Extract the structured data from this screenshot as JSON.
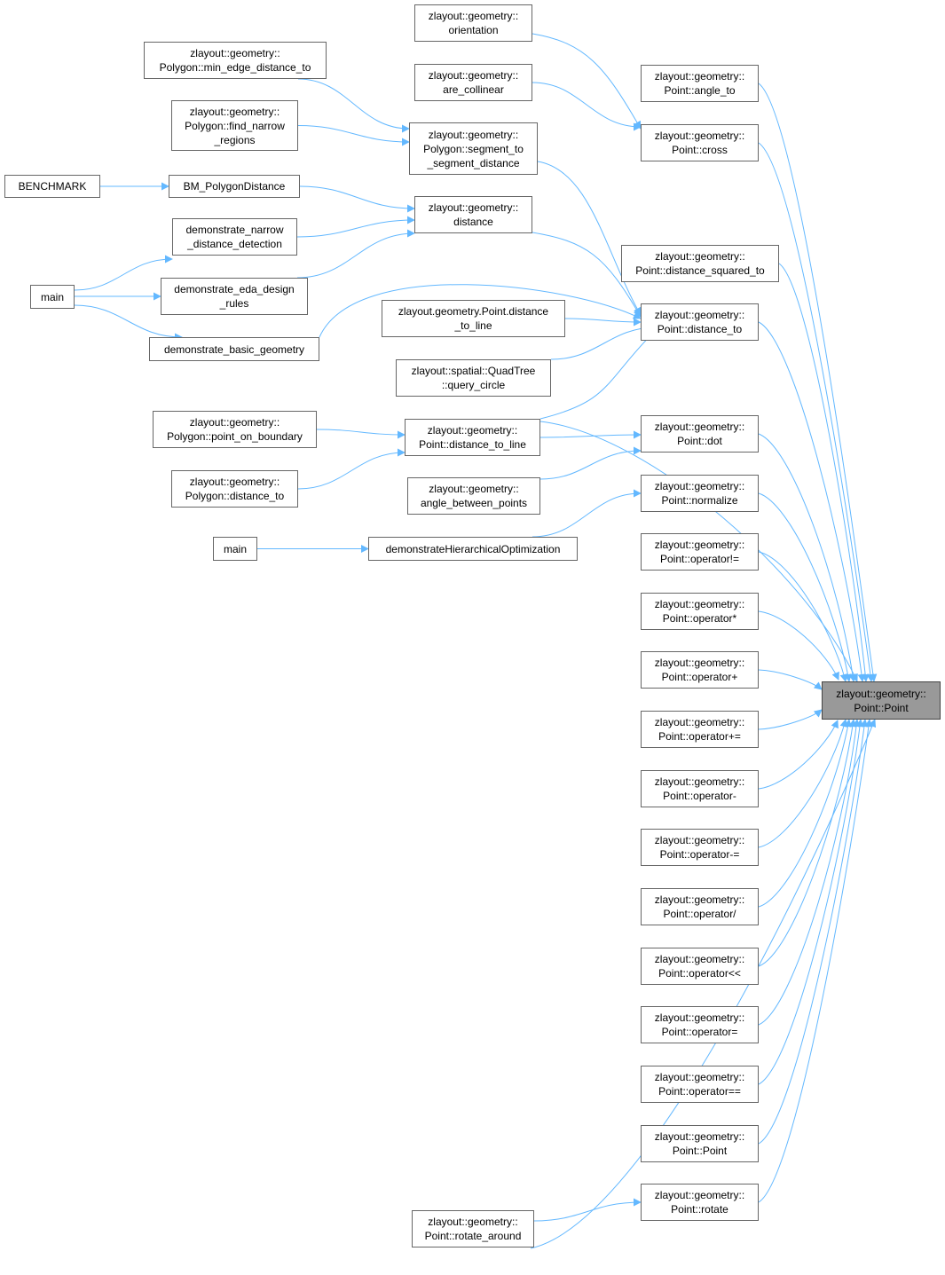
{
  "colors": {
    "edge": "#63b8ff",
    "root_fill": "#999999",
    "node_border": "#666666"
  },
  "nodes": {
    "orientation": {
      "lines": [
        "zlayout::geometry::",
        "orientation"
      ]
    },
    "min_edge": {
      "lines": [
        "zlayout::geometry::",
        "Polygon::min_edge_distance_to"
      ]
    },
    "are_collinear": {
      "lines": [
        "zlayout::geometry::",
        "are_collinear"
      ]
    },
    "angle_to": {
      "lines": [
        "zlayout::geometry::",
        "Point::angle_to"
      ]
    },
    "find_narrow": {
      "lines": [
        "zlayout::geometry::",
        "Polygon::find_narrow",
        "_regions"
      ]
    },
    "seg_to_seg": {
      "lines": [
        "zlayout::geometry::",
        "Polygon::segment_to",
        "_segment_distance"
      ]
    },
    "cross": {
      "lines": [
        "zlayout::geometry::",
        "Point::cross"
      ]
    },
    "benchmark": {
      "lines": [
        "BENCHMARK"
      ]
    },
    "bm_polydist": {
      "lines": [
        "BM_PolygonDistance"
      ]
    },
    "distance": {
      "lines": [
        "zlayout::geometry::",
        "distance"
      ]
    },
    "demo_narrow": {
      "lines": [
        "demonstrate_narrow",
        "_distance_detection"
      ]
    },
    "dist_sq_to": {
      "lines": [
        "zlayout::geometry::",
        "Point::distance_squared_to"
      ]
    },
    "main1": {
      "lines": [
        "main"
      ]
    },
    "demo_eda": {
      "lines": [
        "demonstrate_eda_design",
        "_rules"
      ]
    },
    "demo_basic": {
      "lines": [
        "demonstrate_basic_geometry"
      ]
    },
    "py_dist_to_line": {
      "lines": [
        "zlayout.geometry.Point.distance",
        "_to_line"
      ]
    },
    "dist_to": {
      "lines": [
        "zlayout::geometry::",
        "Point::distance_to"
      ]
    },
    "quadtree": {
      "lines": [
        "zlayout::spatial::QuadTree",
        "::query_circle"
      ]
    },
    "point_on_boundary": {
      "lines": [
        "zlayout::geometry::",
        "Polygon::point_on_boundary"
      ]
    },
    "dist_to_line": {
      "lines": [
        "zlayout::geometry::",
        "Point::distance_to_line"
      ]
    },
    "dot": {
      "lines": [
        "zlayout::geometry::",
        "Point::dot"
      ]
    },
    "poly_dist_to": {
      "lines": [
        "zlayout::geometry::",
        "Polygon::distance_to"
      ]
    },
    "angle_between": {
      "lines": [
        "zlayout::geometry::",
        "angle_between_points"
      ]
    },
    "normalize": {
      "lines": [
        "zlayout::geometry::",
        "Point::normalize"
      ]
    },
    "main2": {
      "lines": [
        "main"
      ]
    },
    "demo_hier": {
      "lines": [
        "demonstrateHierarchicalOptimization"
      ]
    },
    "op_ne": {
      "lines": [
        "zlayout::geometry::",
        "Point::operator!="
      ]
    },
    "op_mul": {
      "lines": [
        "zlayout::geometry::",
        "Point::operator*"
      ]
    },
    "op_plus": {
      "lines": [
        "zlayout::geometry::",
        "Point::operator+"
      ]
    },
    "root": {
      "lines": [
        "zlayout::geometry::",
        "Point::Point"
      ]
    },
    "op_pluseq": {
      "lines": [
        "zlayout::geometry::",
        "Point::operator+="
      ]
    },
    "op_minus": {
      "lines": [
        "zlayout::geometry::",
        "Point::operator-"
      ]
    },
    "op_minuseq": {
      "lines": [
        "zlayout::geometry::",
        "Point::operator-="
      ]
    },
    "op_div": {
      "lines": [
        "zlayout::geometry::",
        "Point::operator/"
      ]
    },
    "op_shl": {
      "lines": [
        "zlayout::geometry::",
        "Point::operator<<"
      ]
    },
    "op_assign": {
      "lines": [
        "zlayout::geometry::",
        "Point::operator="
      ]
    },
    "op_eq": {
      "lines": [
        "zlayout::geometry::",
        "Point::operator=="
      ]
    },
    "point_point": {
      "lines": [
        "zlayout::geometry::",
        "Point::Point"
      ]
    },
    "rotate": {
      "lines": [
        "zlayout::geometry::",
        "Point::rotate"
      ]
    },
    "rotate_around": {
      "lines": [
        "zlayout::geometry::",
        "Point::rotate_around"
      ]
    }
  },
  "edges": [
    {
      "from": "min_edge",
      "to": "seg_to_seg"
    },
    {
      "from": "find_narrow",
      "to": "seg_to_seg"
    },
    {
      "from": "orientation",
      "to": "cross"
    },
    {
      "from": "are_collinear",
      "to": "cross"
    },
    {
      "from": "benchmark",
      "to": "bm_polydist"
    },
    {
      "from": "bm_polydist",
      "to": "distance"
    },
    {
      "from": "demo_narrow",
      "to": "distance"
    },
    {
      "from": "demo_eda",
      "to": "distance"
    },
    {
      "from": "main1",
      "to": "demo_narrow"
    },
    {
      "from": "main1",
      "to": "demo_eda"
    },
    {
      "from": "main1",
      "to": "demo_basic"
    },
    {
      "from": "seg_to_seg",
      "to": "dist_to"
    },
    {
      "from": "distance",
      "to": "dist_to"
    },
    {
      "from": "demo_basic",
      "to": "dist_to"
    },
    {
      "from": "py_dist_to_line",
      "to": "dist_to"
    },
    {
      "from": "quadtree",
      "to": "dist_to"
    },
    {
      "from": "dist_to_line",
      "to": "dist_to"
    },
    {
      "from": "point_on_boundary",
      "to": "dist_to_line"
    },
    {
      "from": "poly_dist_to",
      "to": "dist_to_line"
    },
    {
      "from": "dist_to_line",
      "to": "dot"
    },
    {
      "from": "angle_between",
      "to": "dot"
    },
    {
      "from": "main2",
      "to": "demo_hier"
    },
    {
      "from": "demo_hier",
      "to": "normalize"
    },
    {
      "from": "rotate_around",
      "to": "rotate"
    },
    {
      "from": "angle_to",
      "to": "root"
    },
    {
      "from": "cross",
      "to": "root"
    },
    {
      "from": "dist_sq_to",
      "to": "root"
    },
    {
      "from": "dist_to",
      "to": "root"
    },
    {
      "from": "dist_to_line",
      "to": "root"
    },
    {
      "from": "dot",
      "to": "root"
    },
    {
      "from": "normalize",
      "to": "root"
    },
    {
      "from": "op_ne",
      "to": "root"
    },
    {
      "from": "op_mul",
      "to": "root"
    },
    {
      "from": "op_plus",
      "to": "root"
    },
    {
      "from": "op_pluseq",
      "to": "root"
    },
    {
      "from": "op_minus",
      "to": "root"
    },
    {
      "from": "op_minuseq",
      "to": "root"
    },
    {
      "from": "op_div",
      "to": "root"
    },
    {
      "from": "op_shl",
      "to": "root"
    },
    {
      "from": "op_assign",
      "to": "root"
    },
    {
      "from": "op_eq",
      "to": "root"
    },
    {
      "from": "point_point",
      "to": "root"
    },
    {
      "from": "rotate",
      "to": "root"
    },
    {
      "from": "rotate_around",
      "to": "root"
    }
  ]
}
